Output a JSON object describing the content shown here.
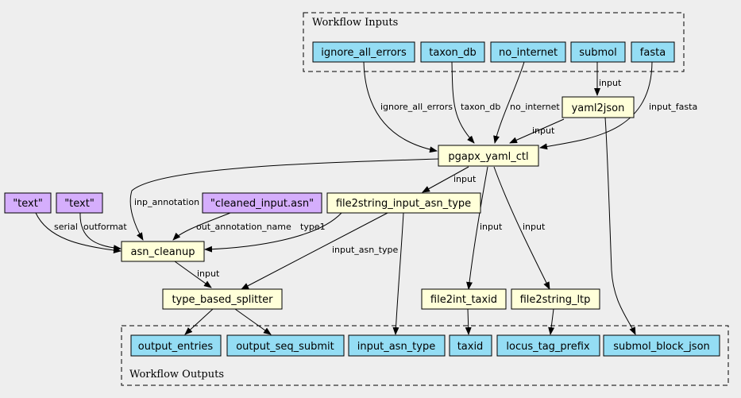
{
  "clusters": {
    "inputs": {
      "label": "Workflow Inputs"
    },
    "outputs": {
      "label": "Workflow Outputs"
    }
  },
  "colors": {
    "input_output": "#94ddf4",
    "step": "#ffffd9",
    "constant": "#d5aefc",
    "background": "#eeeeee"
  },
  "nodes": {
    "ignore_all_errors": "ignore_all_errors",
    "taxon_db": "taxon_db",
    "no_internet": "no_internet",
    "submol": "submol",
    "fasta": "fasta",
    "yaml2json": "yaml2json",
    "pgapx_yaml_ctl": "pgapx_yaml_ctl",
    "text1": "\"text\"",
    "text2": "\"text\"",
    "cleaned_input": "\"cleaned_input.asn\"",
    "file2string_input_asn_type": "file2string_input_asn_type",
    "asn_cleanup": "asn_cleanup",
    "type_based_splitter": "type_based_splitter",
    "file2int_taxid": "file2int_taxid",
    "file2string_ltp": "file2string_ltp",
    "output_entries": "output_entries",
    "output_seq_submit": "output_seq_submit",
    "input_asn_type": "input_asn_type",
    "taxid": "taxid",
    "locus_tag_prefix": "locus_tag_prefix",
    "submol_block_json": "submol_block_json"
  },
  "edge_labels": {
    "ignore_all_errors": "ignore_all_errors",
    "taxon_db": "taxon_db",
    "no_internet": "no_internet",
    "submol_input": "input",
    "input_fasta": "input_fasta",
    "yaml_input": "input",
    "pgapx_to_file2string": "input",
    "inp_annotation": "inp_annotation",
    "serial": "serial",
    "outformat": "outformat",
    "out_annotation_name": "out_annotation_name",
    "type1": "type1",
    "input_asn_type": "input_asn_type",
    "pgapx_to_file2int": "input",
    "pgapx_to_ltp": "input",
    "asn_cleanup_input": "input"
  }
}
